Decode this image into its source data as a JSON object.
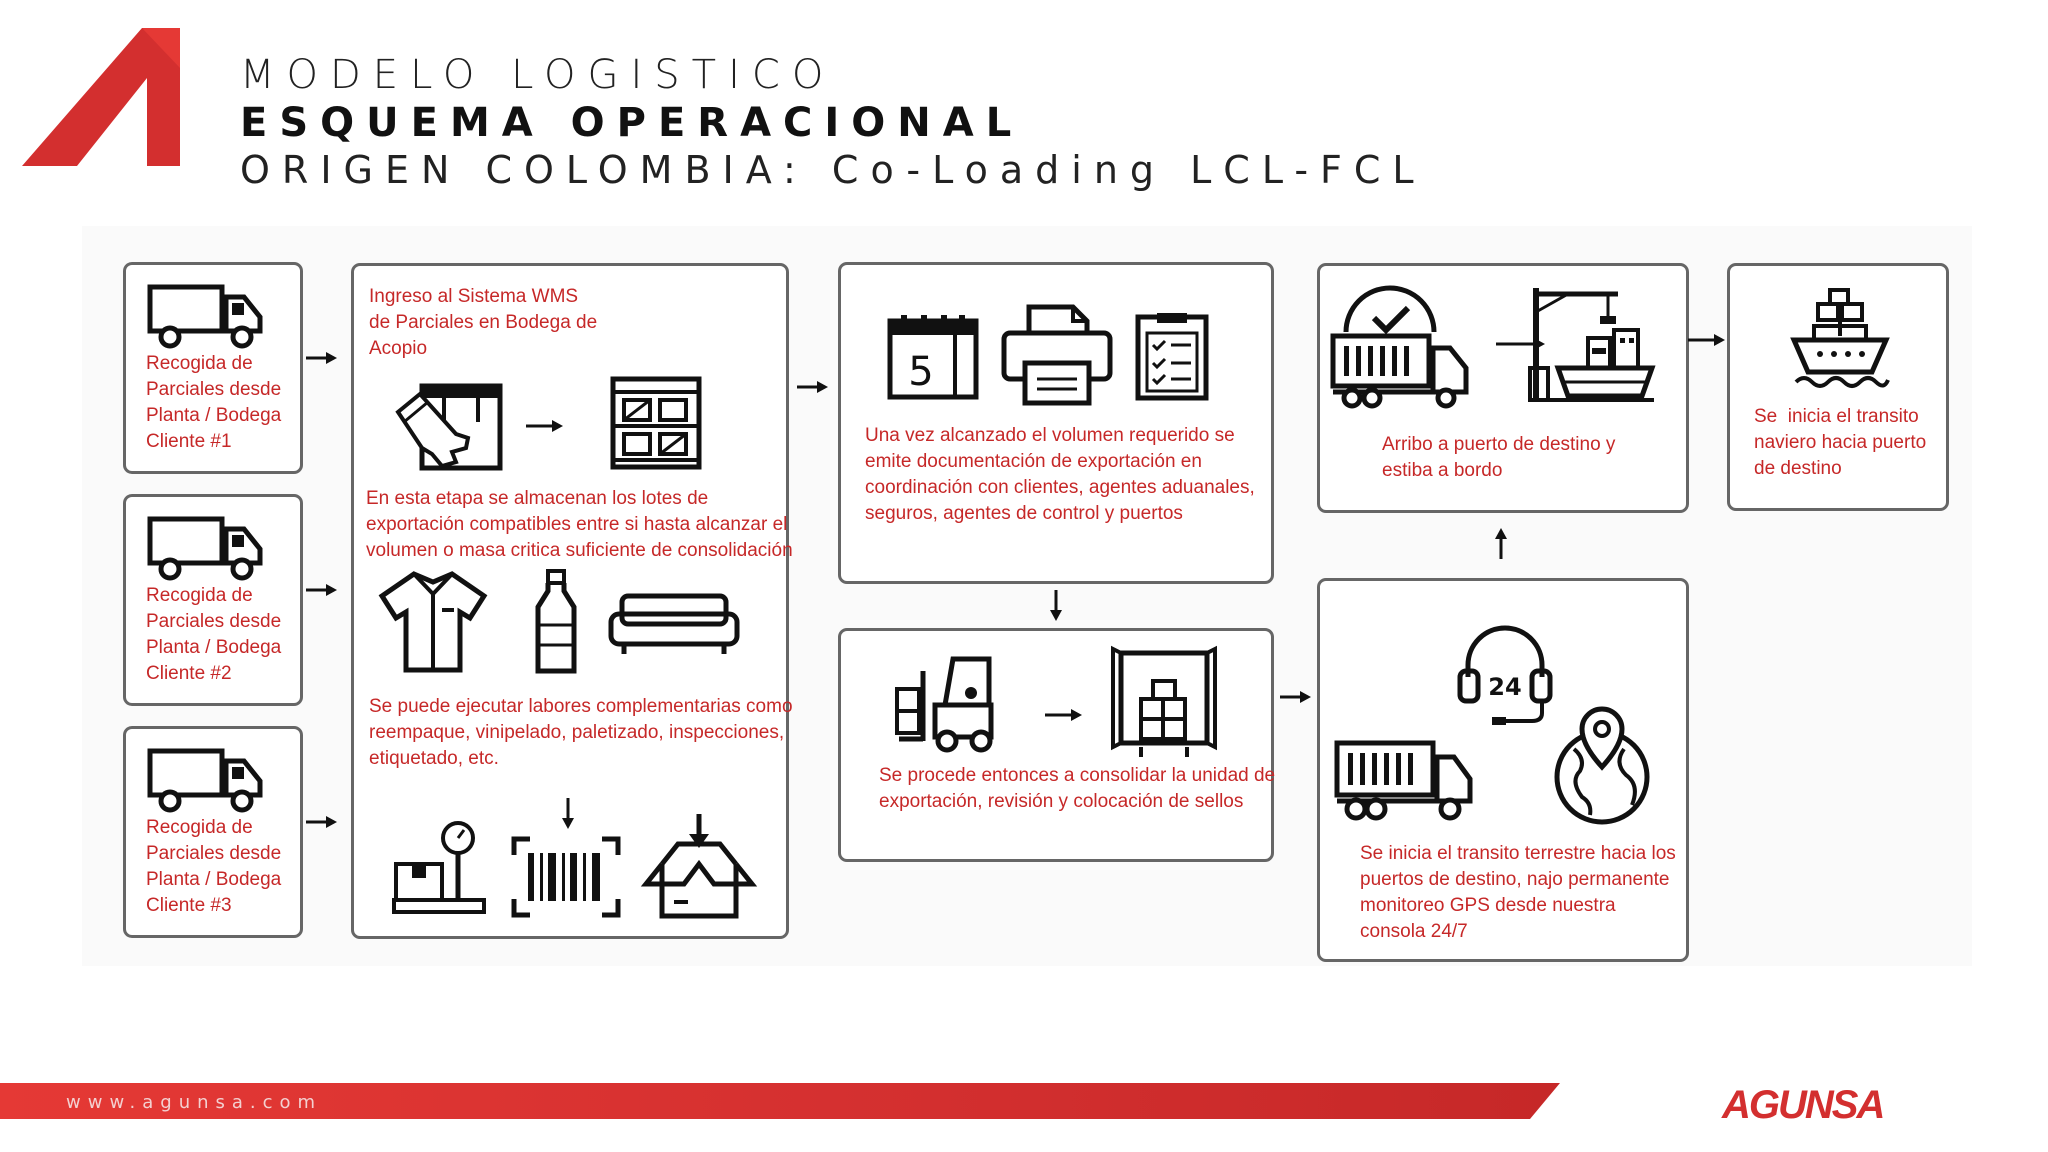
{
  "header": {
    "line1": "MODELO LOGISTICO",
    "line2": "ESQUEMA OPERACIONAL",
    "line3": "ORIGEN COLOMBIA: Co-Loading LCL-FCL"
  },
  "pickups": [
    {
      "text": "Recogida de\nParciales desde\nPlanta / Bodega\nCliente #1"
    },
    {
      "text": "Recogida de\nParciales desde\nPlanta / Bodega\nCliente #2"
    },
    {
      "text": "Recogida de\nParciales desde\nPlanta / Bodega\nCliente #3"
    }
  ],
  "warehouse": {
    "heading": "Ingreso al Sistema WMS\nde Parciales en Bodega de\nAcopio",
    "storage_text": "En esta etapa se almacenan los lotes de\nexportación compatibles entre si hasta alcanzar el\nvolumen o masa critica suficiente de consolidación",
    "extra_text": "Se puede ejecutar labores complementarias como\nreempaque, vinipelado, paletizado, inspecciones,\netiquetado, etc."
  },
  "documentation": {
    "text": "Una vez alcanzado el volumen requerido se\nemite documentación de exportación en\ncoordinación con clientes, agentes aduanales,\nseguros, agentes de control y puertos",
    "calendar_day": "5"
  },
  "consolidation": {
    "text": "Se procede entonces a consolidar la unidad de\nexportación, revisión y colocación de sellos"
  },
  "land_transit": {
    "text": "Se inicia el transito terrestre hacia los\npuertos de destino, najo permanente\nmonitoreo GPS desde nuestra\nconsola 24/7",
    "support_label": "24"
  },
  "port_arrival": {
    "text": "Arribo a puerto de destino y\nestiba a bordo"
  },
  "sea_transit": {
    "text": "Se  inicia el transito\nnaviero hacia puerto\nde destino"
  },
  "footer": {
    "website": "www.agunsa.com",
    "brand": "AGUNSA"
  },
  "colors": {
    "accent_red": "#c62828",
    "logo_red": "#d32f2f",
    "box_border": "#666666"
  }
}
